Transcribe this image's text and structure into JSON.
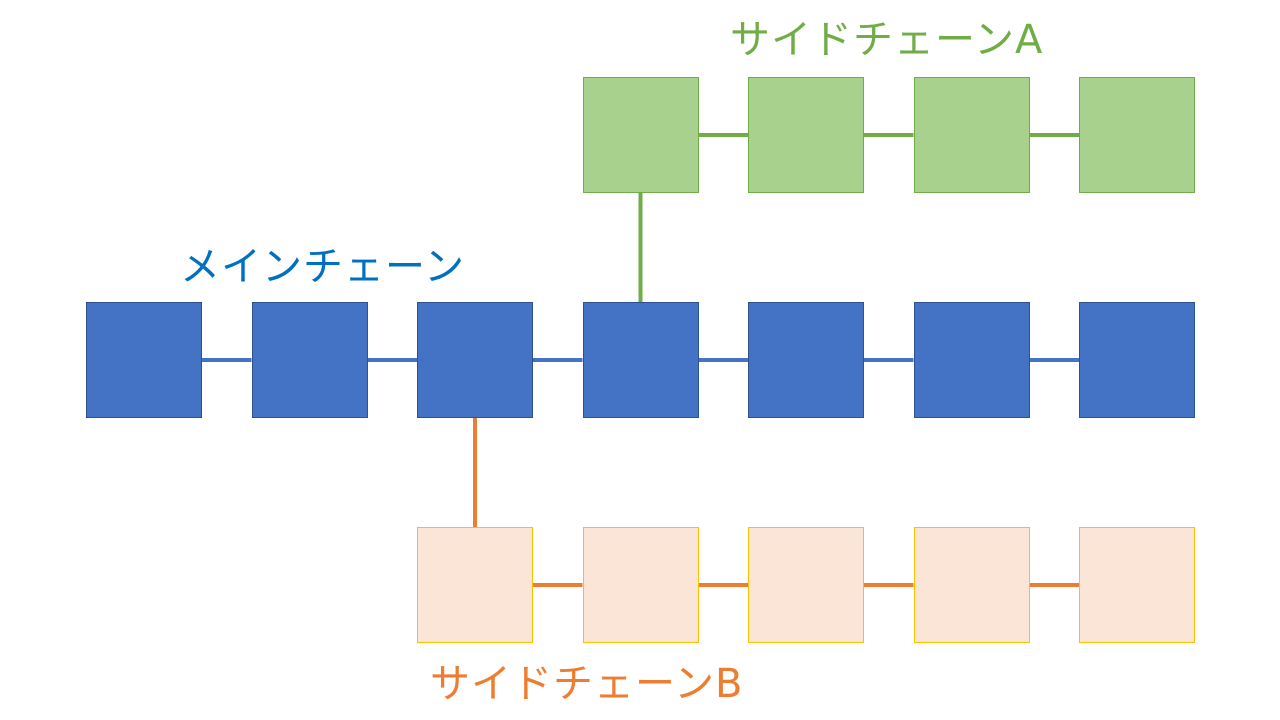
{
  "labels": {
    "main": "メインチェーン",
    "side_a": "サイドチェーンA",
    "side_b": "サイドチェーンB"
  },
  "colors": {
    "main_fill": "#4472c4",
    "main_border": "#2f528f",
    "main_line": "#4472c4",
    "main_label": "#0070c0",
    "side_a_fill": "#a9d18e",
    "side_a_border": "#70ad47",
    "side_a_line": "#70ad47",
    "side_a_label": "#70ad47",
    "side_b_fill": "#fbe5d6",
    "side_b_border": "#ffc000",
    "side_b_line": "#ed7d31",
    "side_b_label": "#ed7d31"
  },
  "chains": {
    "main": {
      "block_count": 7
    },
    "side_a": {
      "block_count": 4,
      "branches_from_main_block": 4
    },
    "side_b": {
      "block_count": 5,
      "branches_from_main_block": 3
    }
  }
}
